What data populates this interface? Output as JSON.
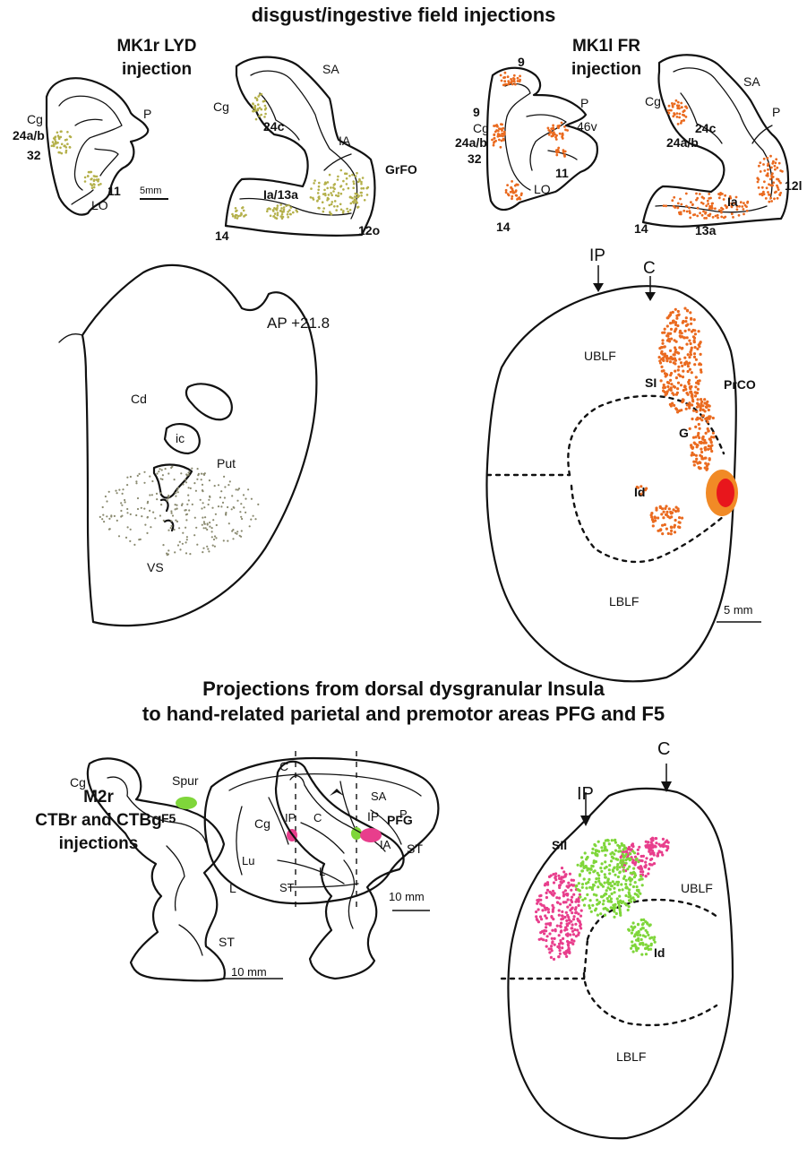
{
  "colors": {
    "lyd_olive": "#b4b04a",
    "fr_orange": "#ea6a1f",
    "fr_core_red": "#e8161c",
    "fr_halo_orange": "#f18a26",
    "ctbr_magenta": "#e83e8c",
    "ctbg_green": "#7fd63a",
    "putamen_label_gray": "#8a8a70"
  },
  "top_section": {
    "title": "disgust/ingestive field injections",
    "injection_left": {
      "label": "MK1r LYD\ninjection",
      "label_line1": "MK1r LYD",
      "label_line2": "injection",
      "section1": {
        "Cg": "Cg",
        "area24ab": "24a/b",
        "area32": "32",
        "P": "P",
        "area11": "11",
        "LO": "LO",
        "scalebar": "5mm"
      },
      "section2": {
        "Cg": "Cg",
        "area24c": "24c",
        "SA": "SA",
        "IA": "IA",
        "GrFO": "GrFO",
        "Ia13a": "Ia/13a",
        "area14": "14",
        "area12o": "12o"
      }
    },
    "injection_right": {
      "label_line1": "MK1l FR",
      "label_line2": "injection",
      "section1": {
        "area9a": "9",
        "area9b": "9",
        "Cg": "Cg",
        "area24ab": "24a/b",
        "area32": "32",
        "P": "P",
        "area46v": "46v",
        "area11": "11",
        "LO": "LO",
        "area14": "14"
      },
      "section2": {
        "Cg": "Cg",
        "area24c": "24c",
        "area24ab": "24a/b",
        "SA": "SA",
        "P": "P",
        "Ia": "Ia",
        "area12l": "12l",
        "area14": "14",
        "area13a": "13a"
      }
    },
    "coronal": {
      "AP": "AP +21.8",
      "Cd": "Cd",
      "ic": "ic",
      "Put": "Put",
      "VS": "VS"
    },
    "flatmap": {
      "IP": "IP",
      "C": "C",
      "UBLF": "UBLF",
      "SI": "SI",
      "PrCO": "PrCO",
      "G": "G",
      "Id": "Id",
      "LBLF": "LBLF",
      "scalebar": "5 mm"
    }
  },
  "bottom_section": {
    "title_line1": "Projections from dorsal dysgranular Insula",
    "title_line2": "to hand-related parietal and premotor areas PFG and F5",
    "injection_label": {
      "line1": "M2r",
      "line2": "CTBr and CTBg",
      "line3": "injections"
    },
    "brain": {
      "IP": "IP",
      "C": "C",
      "SA": "SA",
      "P": "P",
      "IA": "IA",
      "Lu": "Lu",
      "L": "L",
      "ST": "ST",
      "scalebar": "10 mm"
    },
    "section_left": {
      "Cg": "Cg",
      "Spur": "Spur",
      "F5": "F5",
      "L": "L",
      "ST": "ST",
      "scalebar": "10 mm"
    },
    "section_right": {
      "C": "C",
      "Cg": "Cg",
      "IP": "IP",
      "PFG": "PFG",
      "ST": "ST"
    },
    "flatmap": {
      "C": "C",
      "IP": "IP",
      "SII": "SII",
      "UBLF": "UBLF",
      "Id": "Id",
      "LBLF": "LBLF"
    }
  }
}
